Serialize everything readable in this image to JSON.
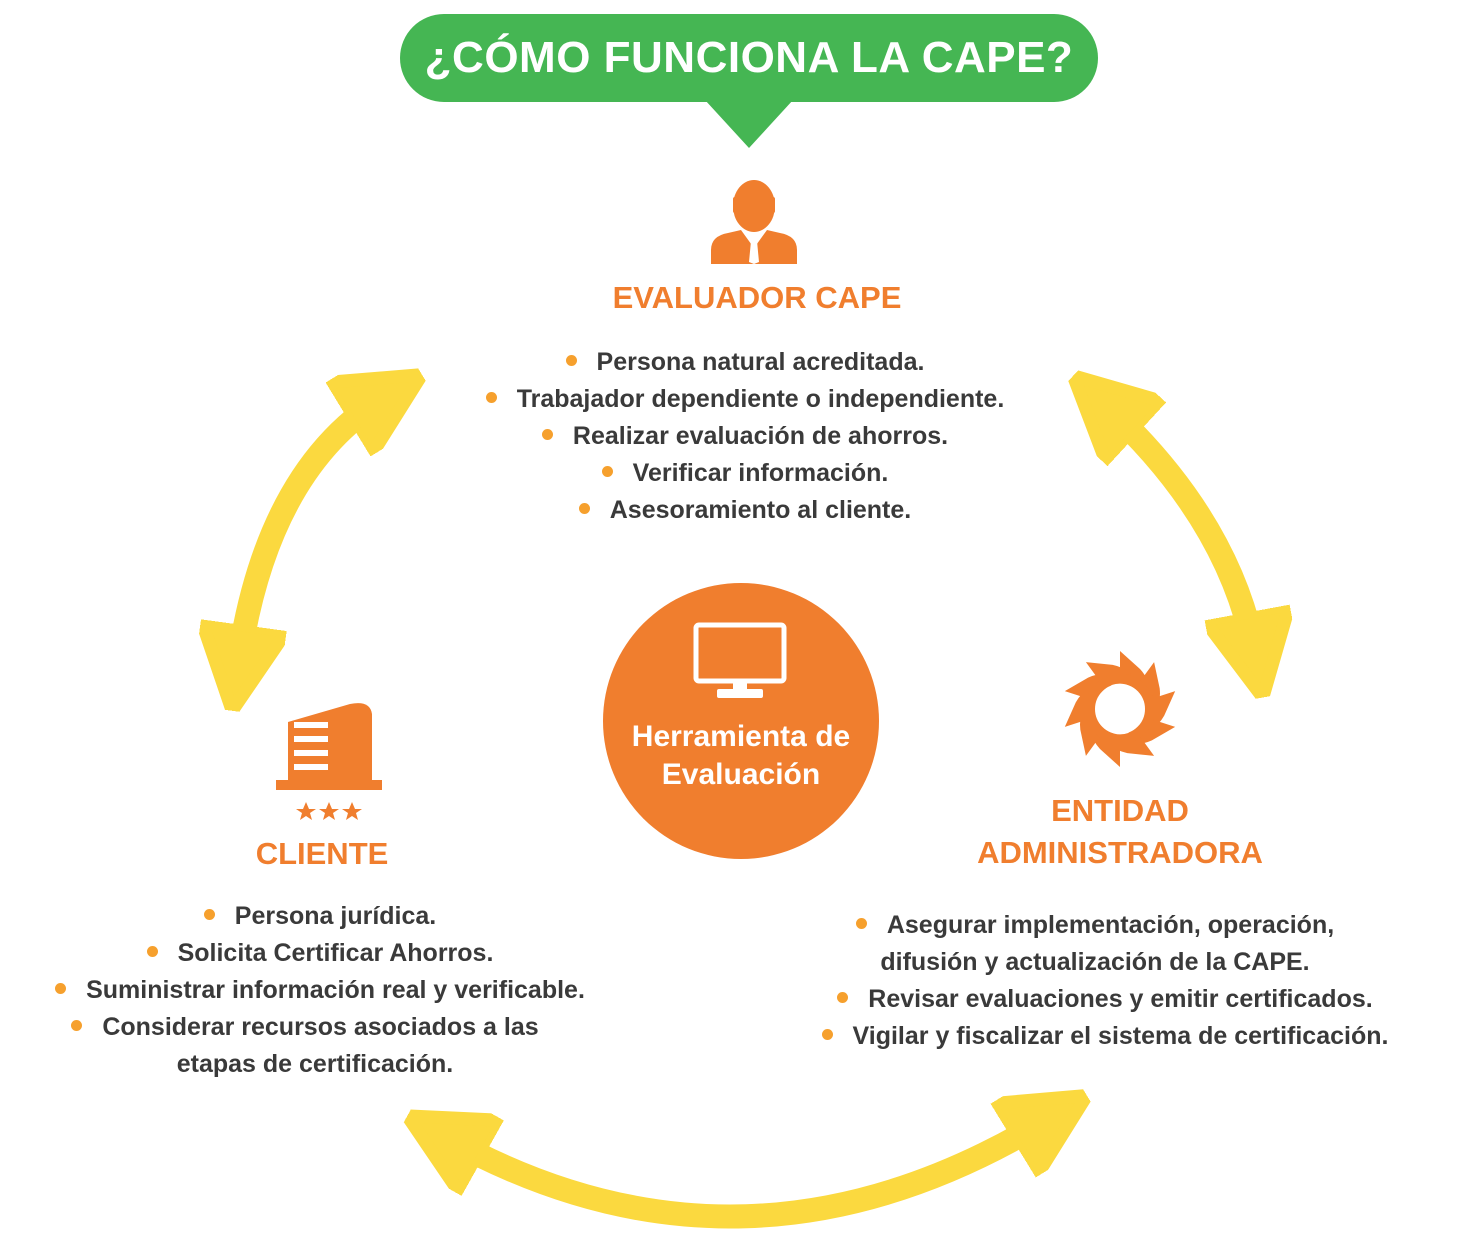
{
  "title": "¿CÓMO FUNCIONA LA CAPE?",
  "colors": {
    "title_green": "#45b653",
    "orange": "#f07e2e",
    "arrow_yellow": "#fbd93f",
    "bullet_orange": "#f6a02d",
    "text_dark": "#3a3a3a"
  },
  "center": {
    "icon": "monitor-icon",
    "line1": "Herramienta de",
    "line2": "Evaluación"
  },
  "evaluador": {
    "icon": "person-icon",
    "heading": "EVALUADOR CAPE",
    "items": [
      "Persona natural acreditada.",
      "Trabajador dependiente o independiente.",
      "Realizar evaluación de ahorros.",
      "Verificar información.",
      "Asesoramiento al cliente."
    ]
  },
  "cliente": {
    "icon": "building-icon",
    "heading": "CLIENTE",
    "items": [
      "Persona jurídica.",
      "Solicita Certificar Ahorros.",
      "Suministrar información real y verificable.",
      "Considerar recursos asociados a las",
      "etapas de certificación."
    ]
  },
  "entidad": {
    "icon": "swirl-logo-icon",
    "heading_line1": "ENTIDAD",
    "heading_line2": "ADMINISTRADORA",
    "items": [
      "Asegurar implementación, operación,",
      "difusión y actualización de la CAPE.",
      "Revisar evaluaciones y emitir certificados.",
      "Vigilar y fiscalizar el sistema de certificación."
    ]
  }
}
